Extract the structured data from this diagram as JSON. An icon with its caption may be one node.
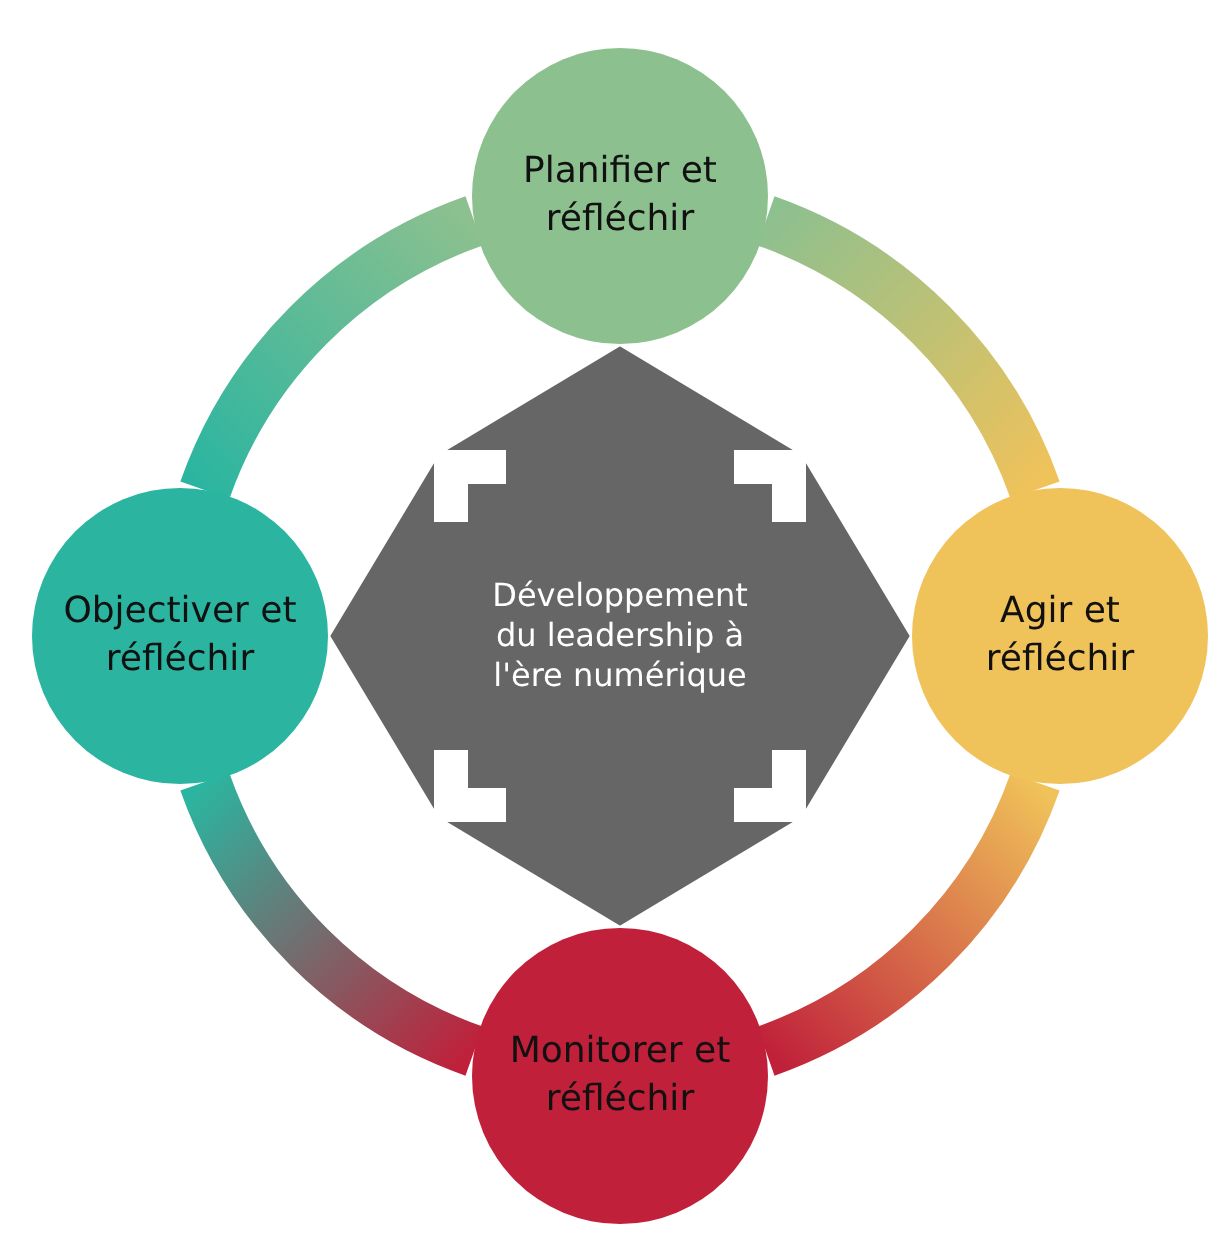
{
  "diagram": {
    "nodes": [
      {
        "text": [
          "Planifier et réfléchir"
        ]
      },
      {
        "text": [
          "Agir et réfléchir"
        ]
      },
      {
        "text": [
          "Monitorer et réfléchir"
        ]
      },
      {
        "text": [
          "Objectiver et réfléchir"
        ]
      },
      {
        "text": [
          "Développement du leadership à l'ère numérique"
        ]
      }
    ],
    "edges": [
      {
        "from": 0,
        "to": 1,
        "arrow": "none"
      },
      {
        "from": 1,
        "to": 2,
        "arrow": "none"
      },
      {
        "from": 2,
        "to": 3,
        "arrow": "none"
      },
      {
        "from": 3,
        "to": 0,
        "arrow": "none"
      },
      {
        "from": 4,
        "to": 0,
        "arrow": "to"
      },
      {
        "from": 4,
        "to": 1,
        "arrow": "to"
      },
      {
        "from": 4,
        "to": 2,
        "arrow": "to"
      },
      {
        "from": 4,
        "to": 3,
        "arrow": "to"
      }
    ]
  }
}
